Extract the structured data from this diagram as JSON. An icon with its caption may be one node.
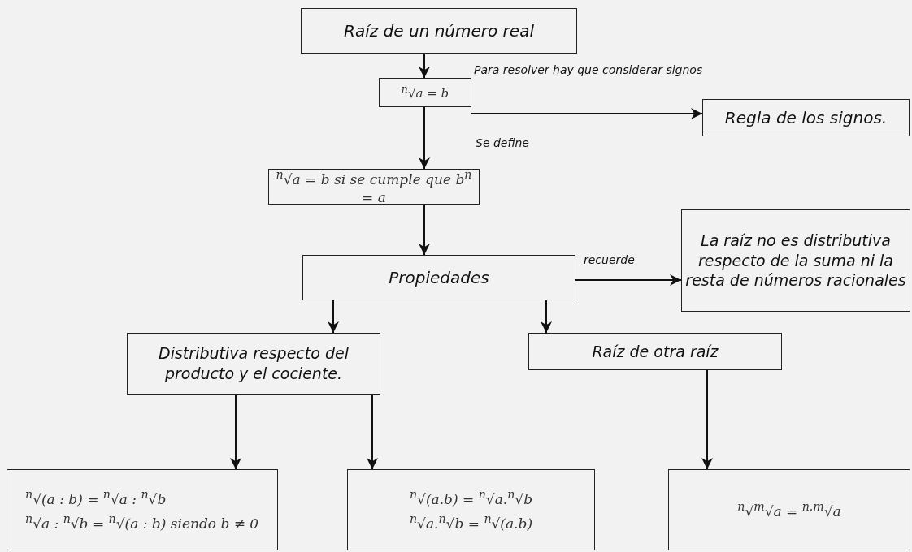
{
  "diagram": {
    "nodes": [
      {
        "text": [
          "Raíz de un número real"
        ]
      },
      {
        "text": [
          "$^{n}$√a = b"
        ]
      },
      {
        "text": [
          "Regla de los signos."
        ]
      },
      {
        "text": [
          "$^{n}$√a = b  si se cumple que  b$^{n}$ = a"
        ]
      },
      {
        "text": [
          "Propiedades"
        ]
      },
      {
        "text": [
          "La raíz  no es distributiva respecto de la suma ni la resta de números racionales"
        ]
      },
      {
        "text": [
          "Distributiva respecto del producto y el cociente."
        ]
      },
      {
        "text": [
          "Raíz de otra raíz"
        ]
      },
      {
        "text": [
          "$^{n}$√(a : b) = $^{n}$√a : $^{n}$√b",
          "$^{n}$√a : $^{n}$√b = $^{n}$√(a : b) siendo b ≠ 0"
        ]
      },
      {
        "text": [
          "$^{n}$√(a.b) = $^{n}$√a.$^{n}$√b",
          "$^{n}$√a.$^{n}$√b = $^{n}$√(a.b)"
        ]
      },
      {
        "text": [
          "$^{n}$√$^{m}$√a = $^{n.m}$√a"
        ]
      }
    ],
    "edges": [
      {
        "from": 0,
        "to": 1,
        "arrow": "to"
      },
      {
        "from": 1,
        "to": 2,
        "arrow": "to",
        "label": "Para resolver hay que considerar signos"
      },
      {
        "from": 1,
        "to": 3,
        "arrow": "to",
        "label": "Se define"
      },
      {
        "from": 3,
        "to": 4,
        "arrow": "to"
      },
      {
        "from": 4,
        "to": 5,
        "arrow": "to",
        "label": "recuerde"
      },
      {
        "from": 4,
        "to": 6,
        "arrow": "to"
      },
      {
        "from": 4,
        "to": 7,
        "arrow": "to"
      },
      {
        "from": 6,
        "to": 8,
        "arrow": "to"
      },
      {
        "from": 6,
        "to": 9,
        "arrow": "to"
      },
      {
        "from": 7,
        "to": 10,
        "arrow": "to"
      }
    ]
  }
}
